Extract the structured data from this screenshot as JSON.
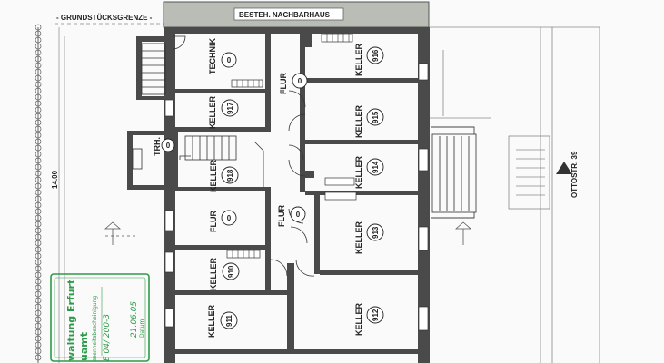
{
  "labels": {
    "grundstuecksgrenze": "- GRUNDSTÜCKSGRENZE -",
    "nachbarhaus": "BESTEH. NACHBARHAUS",
    "street": "OTTOSTR. 39",
    "dimension": "14.00"
  },
  "rooms": [
    {
      "id": "technik",
      "label": "TECHNIK",
      "number": "0"
    },
    {
      "id": "flur-top",
      "label": "FLUR",
      "number": "0"
    },
    {
      "id": "keller-916",
      "label": "KELLER",
      "number": "916"
    },
    {
      "id": "keller-917",
      "label": "KELLER",
      "number": "917"
    },
    {
      "id": "keller-915",
      "label": "KELLER",
      "number": "915"
    },
    {
      "id": "trh",
      "label": "TRH.",
      "number": "0"
    },
    {
      "id": "keller-918",
      "label": "KELLER",
      "number": "918"
    },
    {
      "id": "keller-914",
      "label": "KELLER",
      "number": "914"
    },
    {
      "id": "flur-left",
      "label": "FLUR",
      "number": "0"
    },
    {
      "id": "flur-mid",
      "label": "FLUR",
      "number": "0"
    },
    {
      "id": "keller-913",
      "label": "KELLER",
      "number": "913"
    },
    {
      "id": "keller-910",
      "label": "KELLER",
      "number": "910"
    },
    {
      "id": "keller-911",
      "label": "KELLER",
      "number": "911"
    },
    {
      "id": "keller-912",
      "label": "KELLER",
      "number": "912"
    }
  ],
  "stamp": {
    "line1": "waltung Erfurt",
    "line2": "uamt",
    "line3": "ssenheitsbescheinigung",
    "ref": "E 04/ 200-3",
    "date": "21.06.05",
    "date_caption": "Datum"
  },
  "colors": {
    "wall": "#4a4a4a",
    "stamp": "#2f9a4a",
    "paper": "#fafafa"
  }
}
